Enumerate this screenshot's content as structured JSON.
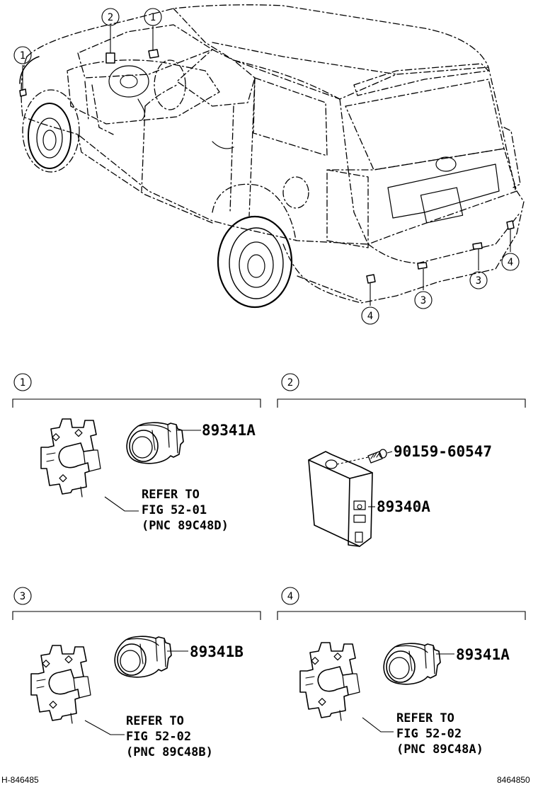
{
  "callouts": {
    "c1": "1",
    "c2": "2",
    "c3": "3",
    "c4": "4"
  },
  "sections": [
    {
      "index": "1",
      "part_number": "89341A",
      "refer": [
        "REFER TO",
        "FIG 52-01",
        "(PNC 89C48D)"
      ]
    },
    {
      "index": "2",
      "screw_part_number": "90159-60547",
      "part_number": "89340A"
    },
    {
      "index": "3",
      "part_number": "89341B",
      "refer": [
        "REFER TO",
        "FIG 52-02",
        "(PNC 89C48B)"
      ]
    },
    {
      "index": "4",
      "part_number": "89341A",
      "refer": [
        "REFER TO",
        "FIG 52-02",
        "(PNC 89C48A)"
      ]
    }
  ],
  "footer": {
    "left_code": "H-846485",
    "right_code": "8464850"
  }
}
